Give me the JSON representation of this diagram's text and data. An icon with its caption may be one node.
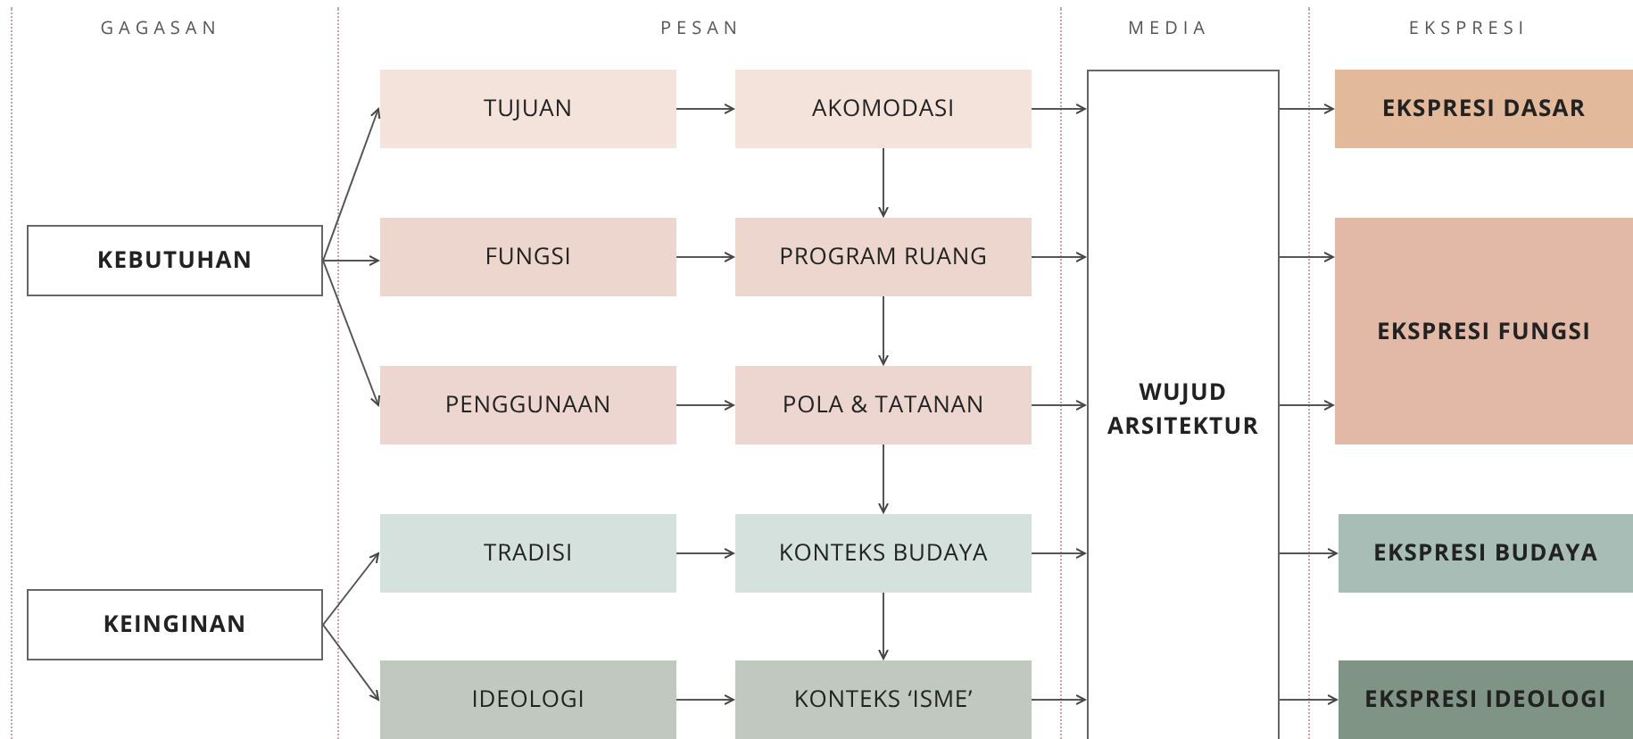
{
  "diagram": {
    "nodes": [
      {
        "text": [
          "KEBUTUHAN"
        ]
      },
      {
        "text": [
          "KEINGINAN"
        ]
      },
      {
        "text": [
          "TUJUAN"
        ]
      },
      {
        "text": [
          "FUNGSI"
        ]
      },
      {
        "text": [
          "PENGGUNAAN"
        ]
      },
      {
        "text": [
          "TRADISI"
        ]
      },
      {
        "text": [
          "IDEOLOGI"
        ]
      },
      {
        "text": [
          "AKOMODASI"
        ]
      },
      {
        "text": [
          "PROGRAM RUANG"
        ]
      },
      {
        "text": [
          "POLA & TATANAN"
        ]
      },
      {
        "text": [
          "KONTEKS BUDAYA"
        ]
      },
      {
        "text": [
          "KONTEKS ‘ISME’"
        ]
      },
      {
        "text": [
          "WUJUD ARSITEKTUR"
        ]
      },
      {
        "text": [
          "EKSPRESI DASAR"
        ]
      },
      {
        "text": [
          "EKSPRESI FUNGSI"
        ]
      },
      {
        "text": [
          "EKSPRESI BUDAYA"
        ]
      },
      {
        "text": [
          "EKSPRESI IDEOLOGI"
        ]
      }
    ],
    "edges": [
      {
        "from": 0,
        "to": 2,
        "arrow": "to"
      },
      {
        "from": 0,
        "to": 3,
        "arrow": "to"
      },
      {
        "from": 0,
        "to": 4,
        "arrow": "to"
      },
      {
        "from": 1,
        "to": 5,
        "arrow": "to"
      },
      {
        "from": 1,
        "to": 6,
        "arrow": "to"
      },
      {
        "from": 2,
        "to": 7,
        "arrow": "to"
      },
      {
        "from": 3,
        "to": 8,
        "arrow": "to"
      },
      {
        "from": 4,
        "to": 9,
        "arrow": "to"
      },
      {
        "from": 5,
        "to": 10,
        "arrow": "to"
      },
      {
        "from": 6,
        "to": 11,
        "arrow": "to"
      },
      {
        "from": 7,
        "to": 8,
        "arrow": "to"
      },
      {
        "from": 8,
        "to": 9,
        "arrow": "to"
      },
      {
        "from": 9,
        "to": 10,
        "arrow": "to"
      },
      {
        "from": 10,
        "to": 11,
        "arrow": "to"
      },
      {
        "from": 7,
        "to": 12,
        "arrow": "to"
      },
      {
        "from": 8,
        "to": 12,
        "arrow": "to"
      },
      {
        "from": 9,
        "to": 12,
        "arrow": "to"
      },
      {
        "from": 10,
        "to": 12,
        "arrow": "to"
      },
      {
        "from": 11,
        "to": 12,
        "arrow": "to"
      },
      {
        "from": 12,
        "to": 13,
        "arrow": "to"
      },
      {
        "from": 12,
        "to": 14,
        "arrow": "to"
      },
      {
        "from": 12,
        "to": 14,
        "arrow": "to"
      },
      {
        "from": 12,
        "to": 15,
        "arrow": "to"
      },
      {
        "from": 12,
        "to": 16,
        "arrow": "to"
      }
    ],
    "labels": [
      "GAGASAN",
      "PESAN",
      "MEDIA",
      "EKSPRESI"
    ]
  }
}
